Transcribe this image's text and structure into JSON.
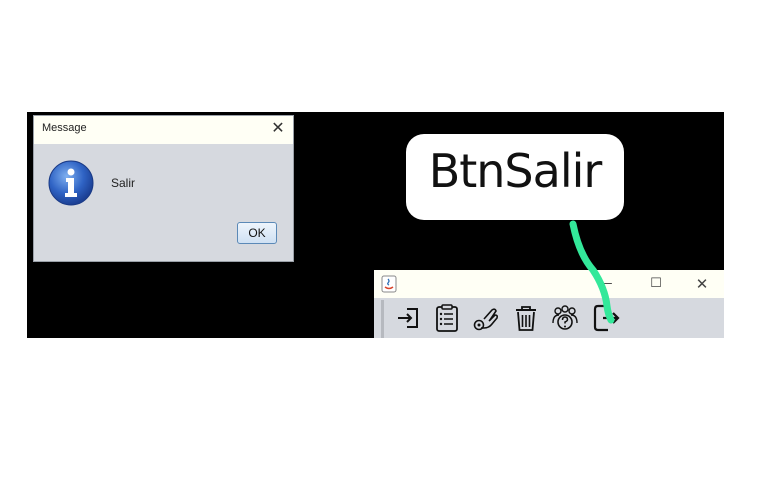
{
  "dialog": {
    "title": "Message",
    "close_glyph": "✕",
    "message": "Salir",
    "ok_label": "OK",
    "icon": "info-icon"
  },
  "callout": {
    "text": "BtnSalir"
  },
  "window": {
    "icon": "java-icon",
    "minimize_glyph": "—",
    "maximize_glyph": "☐",
    "close_glyph": "✕",
    "toolbar": [
      {
        "name": "login-icon"
      },
      {
        "name": "clipboard-list-icon"
      },
      {
        "name": "hand-gear-icon"
      },
      {
        "name": "trash-icon"
      },
      {
        "name": "group-help-icon"
      },
      {
        "name": "exit-icon"
      }
    ]
  },
  "colors": {
    "background": "#000000",
    "highlight_stroke": "#33e89a",
    "dialog_body": "#d6d9df"
  }
}
